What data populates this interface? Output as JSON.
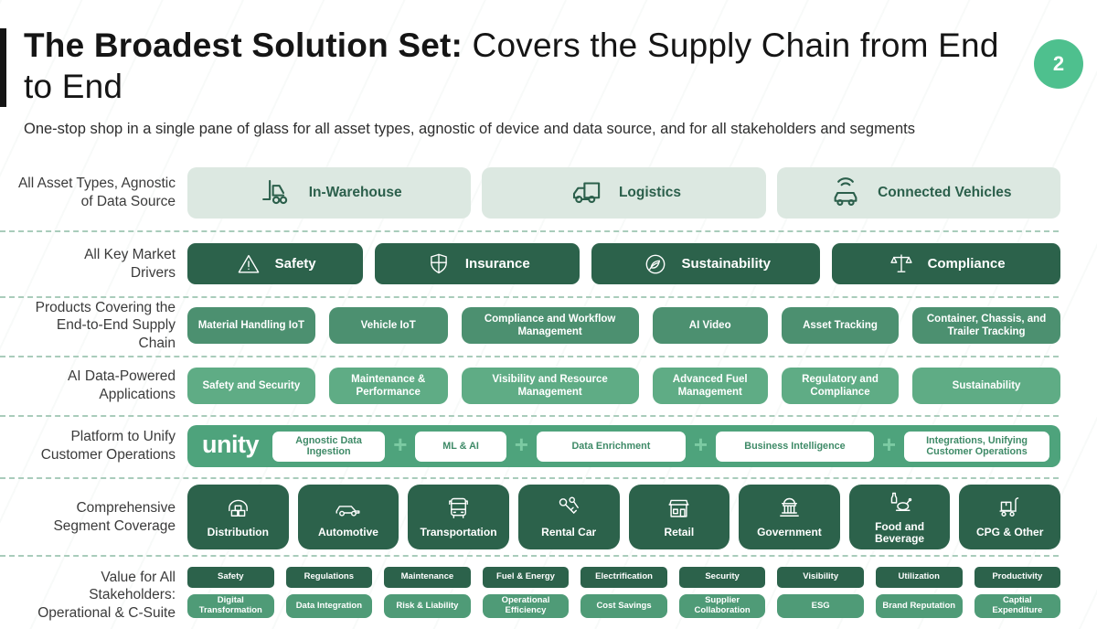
{
  "header": {
    "title_bold": "The Broadest Solution Set: ",
    "title_regular": "Covers the Supply Chain from End to End",
    "subtitle": "One-stop shop in a single pane of glass for all asset types, agnostic of device and data source, and for all stakeholders and segments",
    "page_number": "2"
  },
  "asset_types": {
    "label": "All Asset Types, Agnostic\nof Data Source",
    "items": [
      {
        "label": "In-Warehouse",
        "icon": "forklift-icon"
      },
      {
        "label": "Logistics",
        "icon": "delivery-truck-icon"
      },
      {
        "label": "Connected Vehicles",
        "icon": "connected-car-icon"
      }
    ]
  },
  "market_drivers": {
    "label": "All Key Market\nDrivers",
    "items": [
      {
        "label": "Safety",
        "icon": "warning-triangle-icon"
      },
      {
        "label": "Insurance",
        "icon": "shield-icon"
      },
      {
        "label": "Sustainability",
        "icon": "leaf-icon"
      },
      {
        "label": "Compliance",
        "icon": "scales-icon"
      }
    ]
  },
  "products": {
    "label": "Products Covering the\nEnd-to-End Supply\nChain",
    "items": [
      "Material Handling IoT",
      "Vehicle IoT",
      "Compliance and Workflow Management",
      "AI Video",
      "Asset Tracking",
      "Container, Chassis, and Trailer Tracking"
    ]
  },
  "ai_applications": {
    "label": "AI Data-Powered\nApplications",
    "items": [
      "Safety and Security",
      "Maintenance & Performance",
      "Visibility and Resource Management",
      "Advanced Fuel Management",
      "Regulatory and Compliance",
      "Sustainability"
    ]
  },
  "platform": {
    "label": "Platform to Unify\nCustomer Operations",
    "logo": "unity",
    "plus": "+",
    "items": [
      "Agnostic Data Ingestion",
      "ML & AI",
      "Data Enrichment",
      "Business Intelligence",
      "Integrations, Unifying Customer Operations"
    ]
  },
  "segments": {
    "label": "Comprehensive\nSegment Coverage",
    "items": [
      {
        "label": "Distribution",
        "icon": "warehouse-boxes-icon"
      },
      {
        "label": "Automotive",
        "icon": "car-icon"
      },
      {
        "label": "Transportation",
        "icon": "bus-icon"
      },
      {
        "label": "Rental Car",
        "icon": "keys-icon"
      },
      {
        "label": "Retail",
        "icon": "storefront-icon"
      },
      {
        "label": "Government",
        "icon": "government-building-icon"
      },
      {
        "label": "Food and Beverage",
        "icon": "food-platter-icon"
      },
      {
        "label": "CPG & Other",
        "icon": "hand-truck-icon"
      }
    ]
  },
  "stakeholders": {
    "label": "Value for All\nStakeholders:\nOperational & C-Suite",
    "operational": [
      "Safety",
      "Regulations",
      "Maintenance",
      "Fuel & Energy",
      "Electrification",
      "Security",
      "Visibility",
      "Utilization",
      "Productivity"
    ],
    "c_suite": [
      "Digital Transformation",
      "Data Integration",
      "Risk & Liability",
      "Operational Efficiency",
      "Cost Savings",
      "Supplier Collaboration",
      "ESG",
      "Brand Reputation",
      "Captial Expenditure"
    ]
  },
  "colors": {
    "dark_green": "#2C624B",
    "medium_green": "#4C9070",
    "light_green": "#5FAC85",
    "platform_green": "#4EA37C",
    "pill_background": "#DCE8E1",
    "accent_mint": "#4EC08E",
    "divider": "#A9CCBB"
  }
}
